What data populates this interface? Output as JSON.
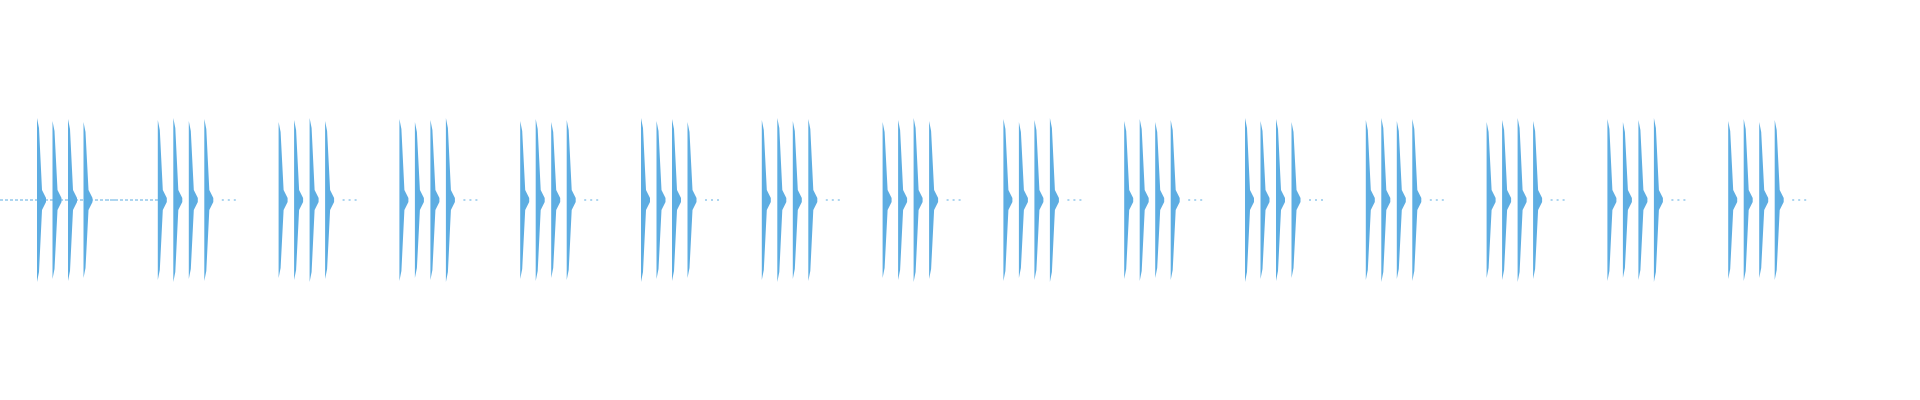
{
  "waveform": {
    "color": "#5DADE2",
    "baseline_noise_color": "#5DADE2",
    "bursts": {
      "group_count": 15,
      "pulses_per_group": 4,
      "amplitude_fraction": 0.5
    }
  }
}
